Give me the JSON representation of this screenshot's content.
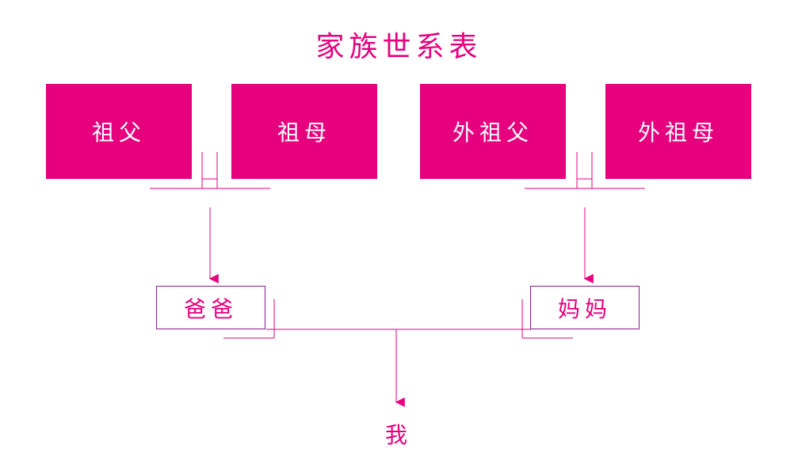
{
  "title": "家族世系表",
  "grandparents": [
    {
      "label": "祖父"
    },
    {
      "label": "祖母"
    },
    {
      "label": "外祖父"
    },
    {
      "label": "外祖母"
    }
  ],
  "parents": [
    {
      "label": "爸爸"
    },
    {
      "label": "妈妈"
    }
  ],
  "child": {
    "label": "我"
  },
  "colors": {
    "magenta": "#e6007e",
    "line": "#e6007e",
    "border": "#8a1a8c"
  }
}
